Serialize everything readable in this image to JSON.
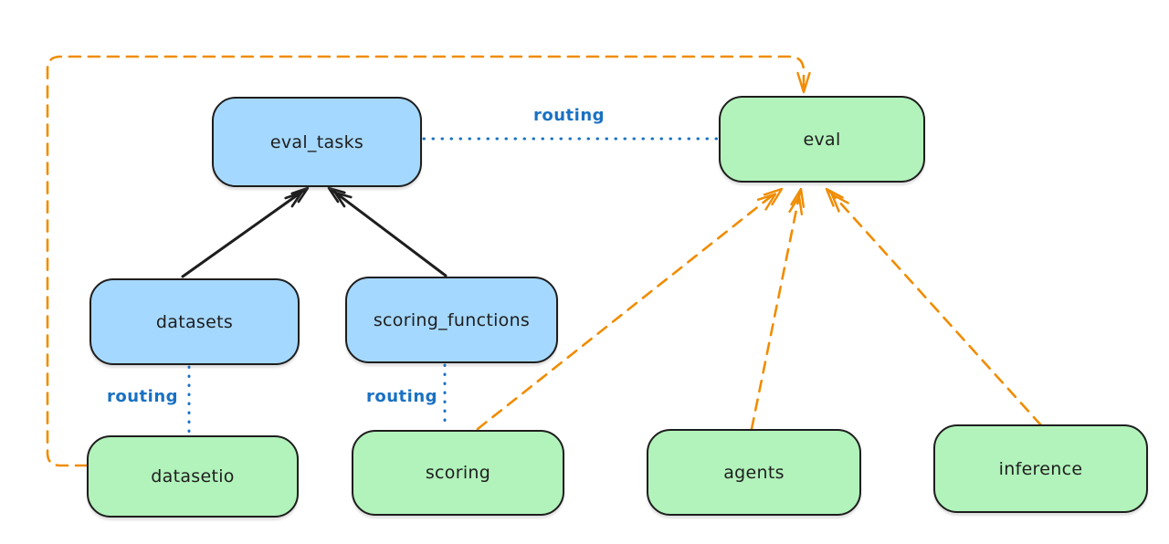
{
  "diagram": {
    "nodes": {
      "eval_tasks": {
        "label": "eval_tasks",
        "fill": "blue"
      },
      "eval": {
        "label": "eval",
        "fill": "green"
      },
      "datasets": {
        "label": "datasets",
        "fill": "blue"
      },
      "scoring_functions": {
        "label": "scoring_functions",
        "fill": "blue"
      },
      "datasetio": {
        "label": "datasetio",
        "fill": "green"
      },
      "scoring": {
        "label": "scoring",
        "fill": "green"
      },
      "agents": {
        "label": "agents",
        "fill": "green"
      },
      "inference": {
        "label": "inference",
        "fill": "green"
      }
    },
    "edge_labels": {
      "eval_tasks_to_eval": "routing",
      "datasets_to_datasetio": "routing",
      "scoring_functions_to_scoring": "routing"
    },
    "colors": {
      "stroke": "#1e1e1e",
      "blue_fill": "#a5d8ff",
      "green_fill": "#b2f2bb",
      "routing_blue": "#1971c2",
      "provider_orange": "#f08c00",
      "bg": "#ffffff"
    }
  }
}
